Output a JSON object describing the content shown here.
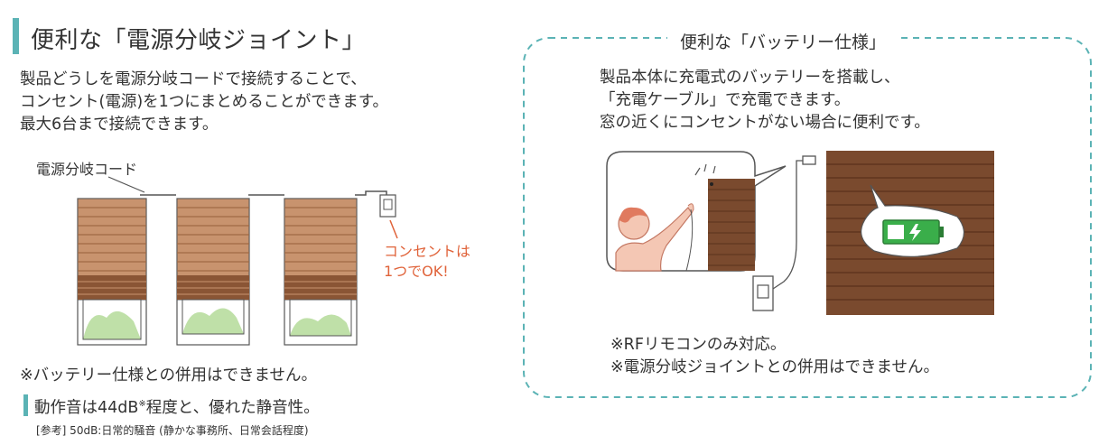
{
  "left": {
    "title": "便利な「電源分岐ジョイント」",
    "description": [
      "製品どうしを電源分岐コードで接続することで、",
      "コンセント(電源)を1つにまとめることができます。",
      "最大6台まで接続できます。"
    ],
    "cord_label": "電源分岐コード",
    "outlet_callout": [
      "コンセントは",
      "1つでOK!"
    ],
    "note": "※バッテリー仕様との併用はできません。",
    "sound": {
      "main": "動作音は44dB",
      "mark": "※",
      "rest": "程度と、優れた静音性。"
    },
    "reference": "[参考] 50dB:日常的騒音 (静かな事務所、日常会話程度)"
  },
  "right": {
    "title": "便利な「バッテリー仕様」",
    "description": [
      "製品本体に充電式のバッテリーを搭載し、",
      "「充電ケーブル」で充電できます。",
      "窓の近くにコンセントがない場合に便利です。"
    ],
    "notes": [
      "※RFリモコンのみ対応。",
      "※電源分岐ジョイントとの併用はできません。"
    ]
  },
  "colors": {
    "accent_teal": "#5bb3b5",
    "shade_light": "#c8936e",
    "shade_dark": "#7a4a2e",
    "callout_orange": "#e0633a",
    "battery_green": "#3aae4a",
    "plant_green": "#bfe0a8"
  },
  "icons": {
    "battery": "battery-charging-icon",
    "outlet": "power-outlet-icon",
    "person": "person-icon"
  }
}
